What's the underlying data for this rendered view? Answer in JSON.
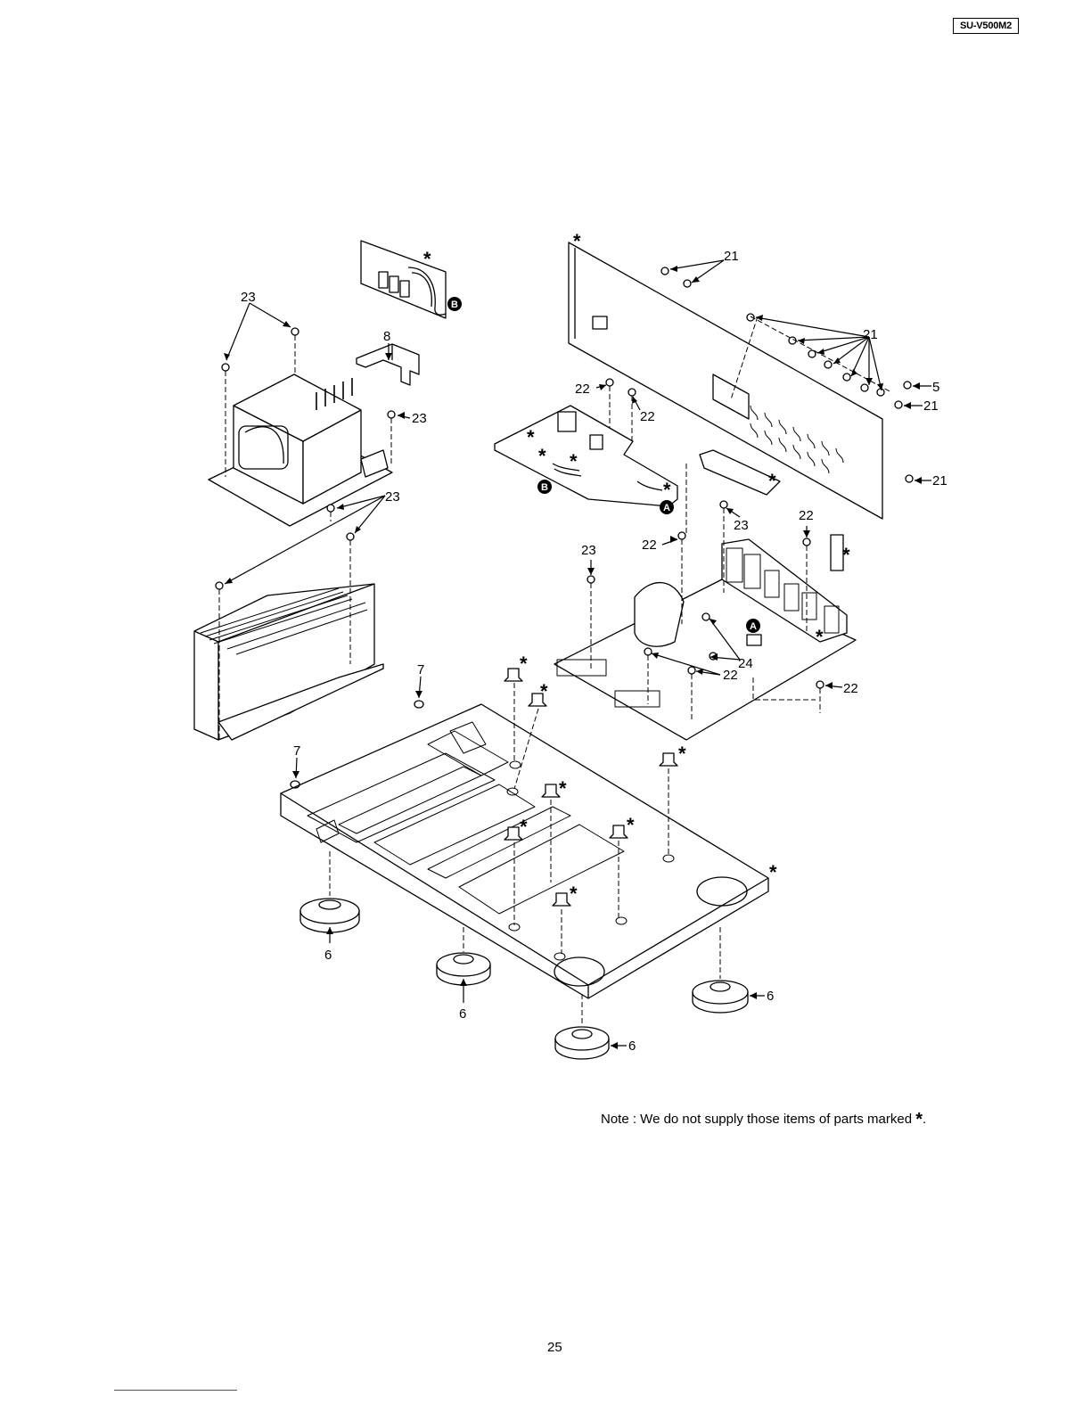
{
  "header": {
    "model": "SU-V500M2"
  },
  "callouts": {
    "c5": "5",
    "c6": "6",
    "c7": "7",
    "c8": "8",
    "c21": "21",
    "c22": "22",
    "c23": "23",
    "c24": "24",
    "marker_a": "A",
    "marker_b": "B",
    "asterisk": "*"
  },
  "footer": {
    "note": "Note : We do not supply those items of parts marked",
    "note_symbol": "*",
    "note_end": ".",
    "page_number": "25"
  }
}
